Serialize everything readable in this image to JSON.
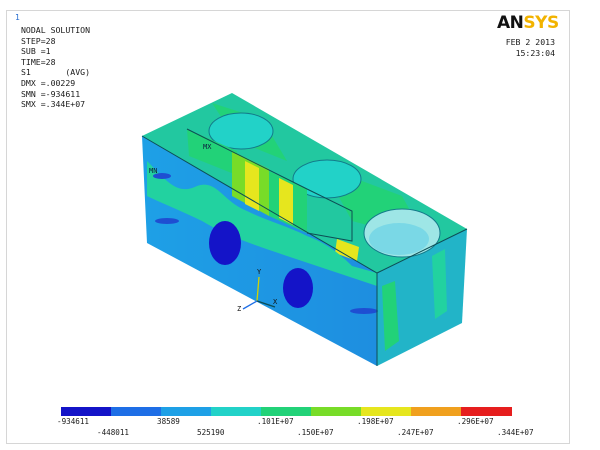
{
  "window_number": "1",
  "logo": {
    "part1": "AN",
    "part2": "SYS"
  },
  "info": {
    "lines": [
      "NODAL SOLUTION",
      "STEP=28",
      "SUB =1",
      "TIME=28",
      "S1       (AVG)",
      "DMX =.00229",
      "SMN =-934611",
      "SMX =.344E+07"
    ]
  },
  "date": {
    "date": "FEB  2 2013",
    "time": "15:23:04"
  },
  "markers": {
    "mx": "MX",
    "mn": "MN"
  },
  "triad": {
    "x": "X",
    "y": "Y",
    "z": "Z"
  },
  "colors": {
    "contour_bands": [
      "#1414c8",
      "#1e6ee6",
      "#1ea0e6",
      "#22d2c8",
      "#22d278",
      "#78dc28",
      "#e6e61e",
      "#f0a01e",
      "#e61e1e"
    ],
    "logo_accent": "#f2b300"
  },
  "legend": {
    "top_labels": [
      "-934611",
      "38589",
      ".101E+07",
      ".198E+07",
      ".296E+07"
    ],
    "bottom_labels": [
      "-448011",
      "525190",
      ".150E+07",
      ".247E+07",
      ".344E+07"
    ]
  }
}
